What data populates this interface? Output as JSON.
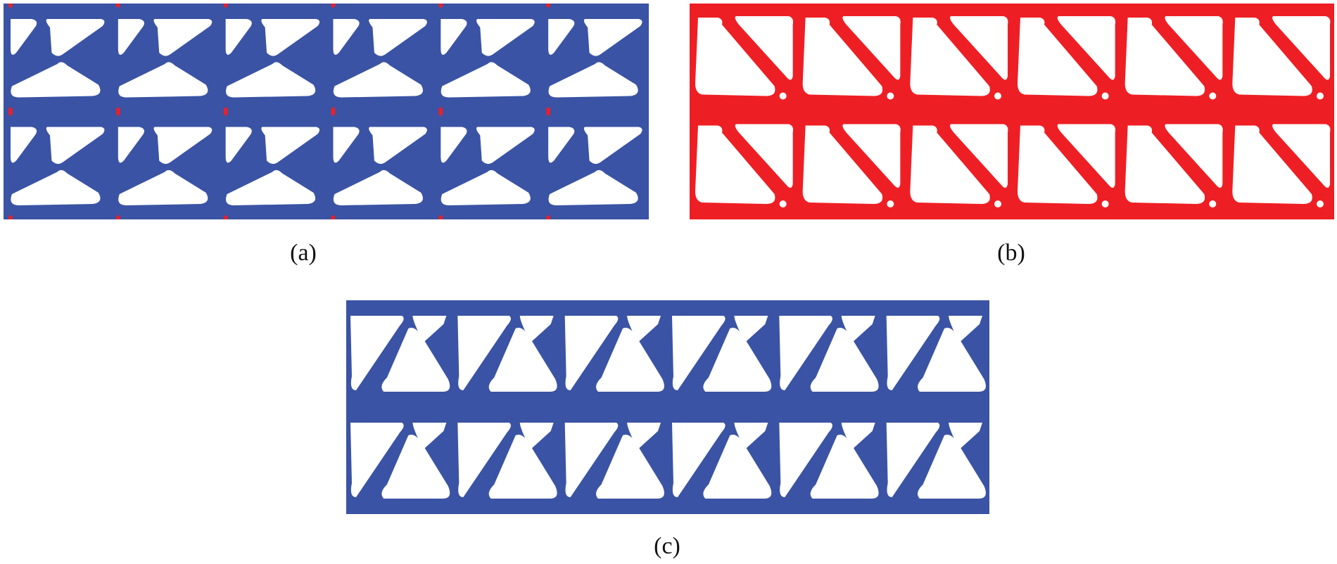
{
  "figure": {
    "panels": [
      {
        "id": "a",
        "caption": "(a)",
        "fill_color": "#3a53a4",
        "marker_color": "#e8202a",
        "has_markers": true,
        "cells_per_row": 6,
        "rows": 2,
        "orientation": "symmetric"
      },
      {
        "id": "b",
        "caption": "(b)",
        "fill_color": "#ee1f24",
        "marker_color": "",
        "has_markers": false,
        "cells_per_row": 6,
        "rows": 2,
        "orientation": "slanted"
      },
      {
        "id": "c",
        "caption": "(c)",
        "fill_color": "#3a53a4",
        "marker_color": "",
        "has_markers": false,
        "cells_per_row": 6,
        "rows": 2,
        "orientation": "triangles"
      }
    ]
  }
}
